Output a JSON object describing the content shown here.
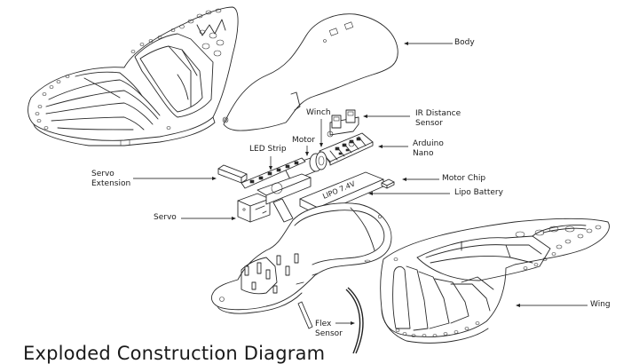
{
  "diagram": {
    "title": "Exploded  Construction Diagram",
    "labels": {
      "body": "Body",
      "ir_sensor": "IR Distance\nSensor",
      "winch": "Winch",
      "motor": "Motor",
      "led_strip": "LED Strip",
      "arduino": "Arduino\nNano",
      "servo_extension": "Servo\nExtension",
      "motor_chip": "Motor Chip",
      "lipo_battery": "Lipo Battery",
      "servo": "Servo",
      "wing": "Wing",
      "flex_sensor": "Flex\nSensor"
    },
    "battery_print": "LIPO 7.4V",
    "colors": {
      "line": "#2a2a2a",
      "background": "#ffffff"
    }
  }
}
